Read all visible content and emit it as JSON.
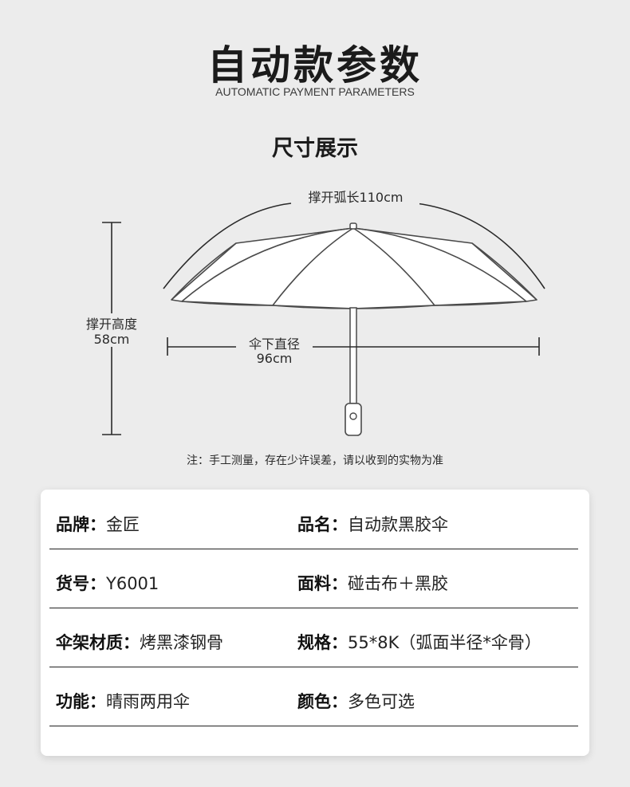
{
  "header": {
    "title": "自动款参数",
    "subtitle": "AUTOMATIC PAYMENT PARAMETERS",
    "section_title": "尺寸展示"
  },
  "dimensions": {
    "arc_length_label": "撑开弧长110cm",
    "open_height_label": "撑开高度",
    "open_height_value": "58cm",
    "diameter_label": "伞下直径",
    "diameter_value": "96cm"
  },
  "note": "注：手工测量，存在少许误差，请以收到的实物为准",
  "specs": [
    [
      {
        "key": "品牌：",
        "value": "金匠"
      },
      {
        "key": "品名：",
        "value": "自动款黑胶伞"
      }
    ],
    [
      {
        "key": "货号：",
        "value": "Y6001"
      },
      {
        "key": "面料：",
        "value": "碰击布＋黑胶"
      }
    ],
    [
      {
        "key": "伞架材质：",
        "value": "烤黑漆钢骨"
      },
      {
        "key": "规格：",
        "value": "55*8K（弧面半径*伞骨）"
      }
    ],
    [
      {
        "key": "功能：",
        "value": "晴雨两用伞"
      },
      {
        "key": "颜色：",
        "value": "多色可选"
      }
    ]
  ],
  "colors": {
    "background": "#ececec",
    "card": "#ffffff",
    "text": "#1e1e1e",
    "line": "#222222"
  }
}
